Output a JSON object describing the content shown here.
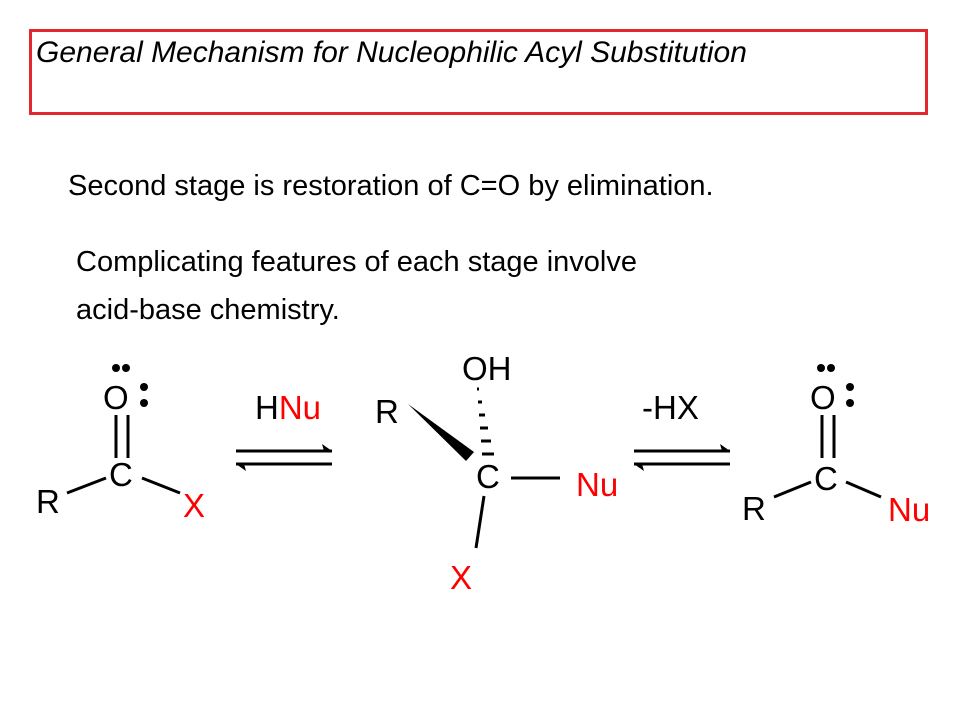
{
  "title": "General Mechanism for Nucleophilic Acyl Substitution",
  "text": {
    "line1": "Second stage is restoration of C=O by elimination.",
    "line2": "Complicating features of each stage involve",
    "line3": "acid-base chemistry."
  },
  "left_molecule": {
    "O": "O",
    "C": "C",
    "R": "R",
    "X": "X"
  },
  "arrow1": {
    "H": "H",
    "Nu": "Nu"
  },
  "middle_molecule": {
    "OH": "OH",
    "R": "R",
    "C": "C",
    "Nu": "Nu",
    "X": "X"
  },
  "arrow2": {
    "label": "-HX"
  },
  "right_molecule": {
    "O": "O",
    "C": "C",
    "R": "R",
    "Nu": "Nu"
  },
  "colors": {
    "accent_red": "#ff0000",
    "border_red": "#e3262f",
    "ink": "#000000"
  }
}
